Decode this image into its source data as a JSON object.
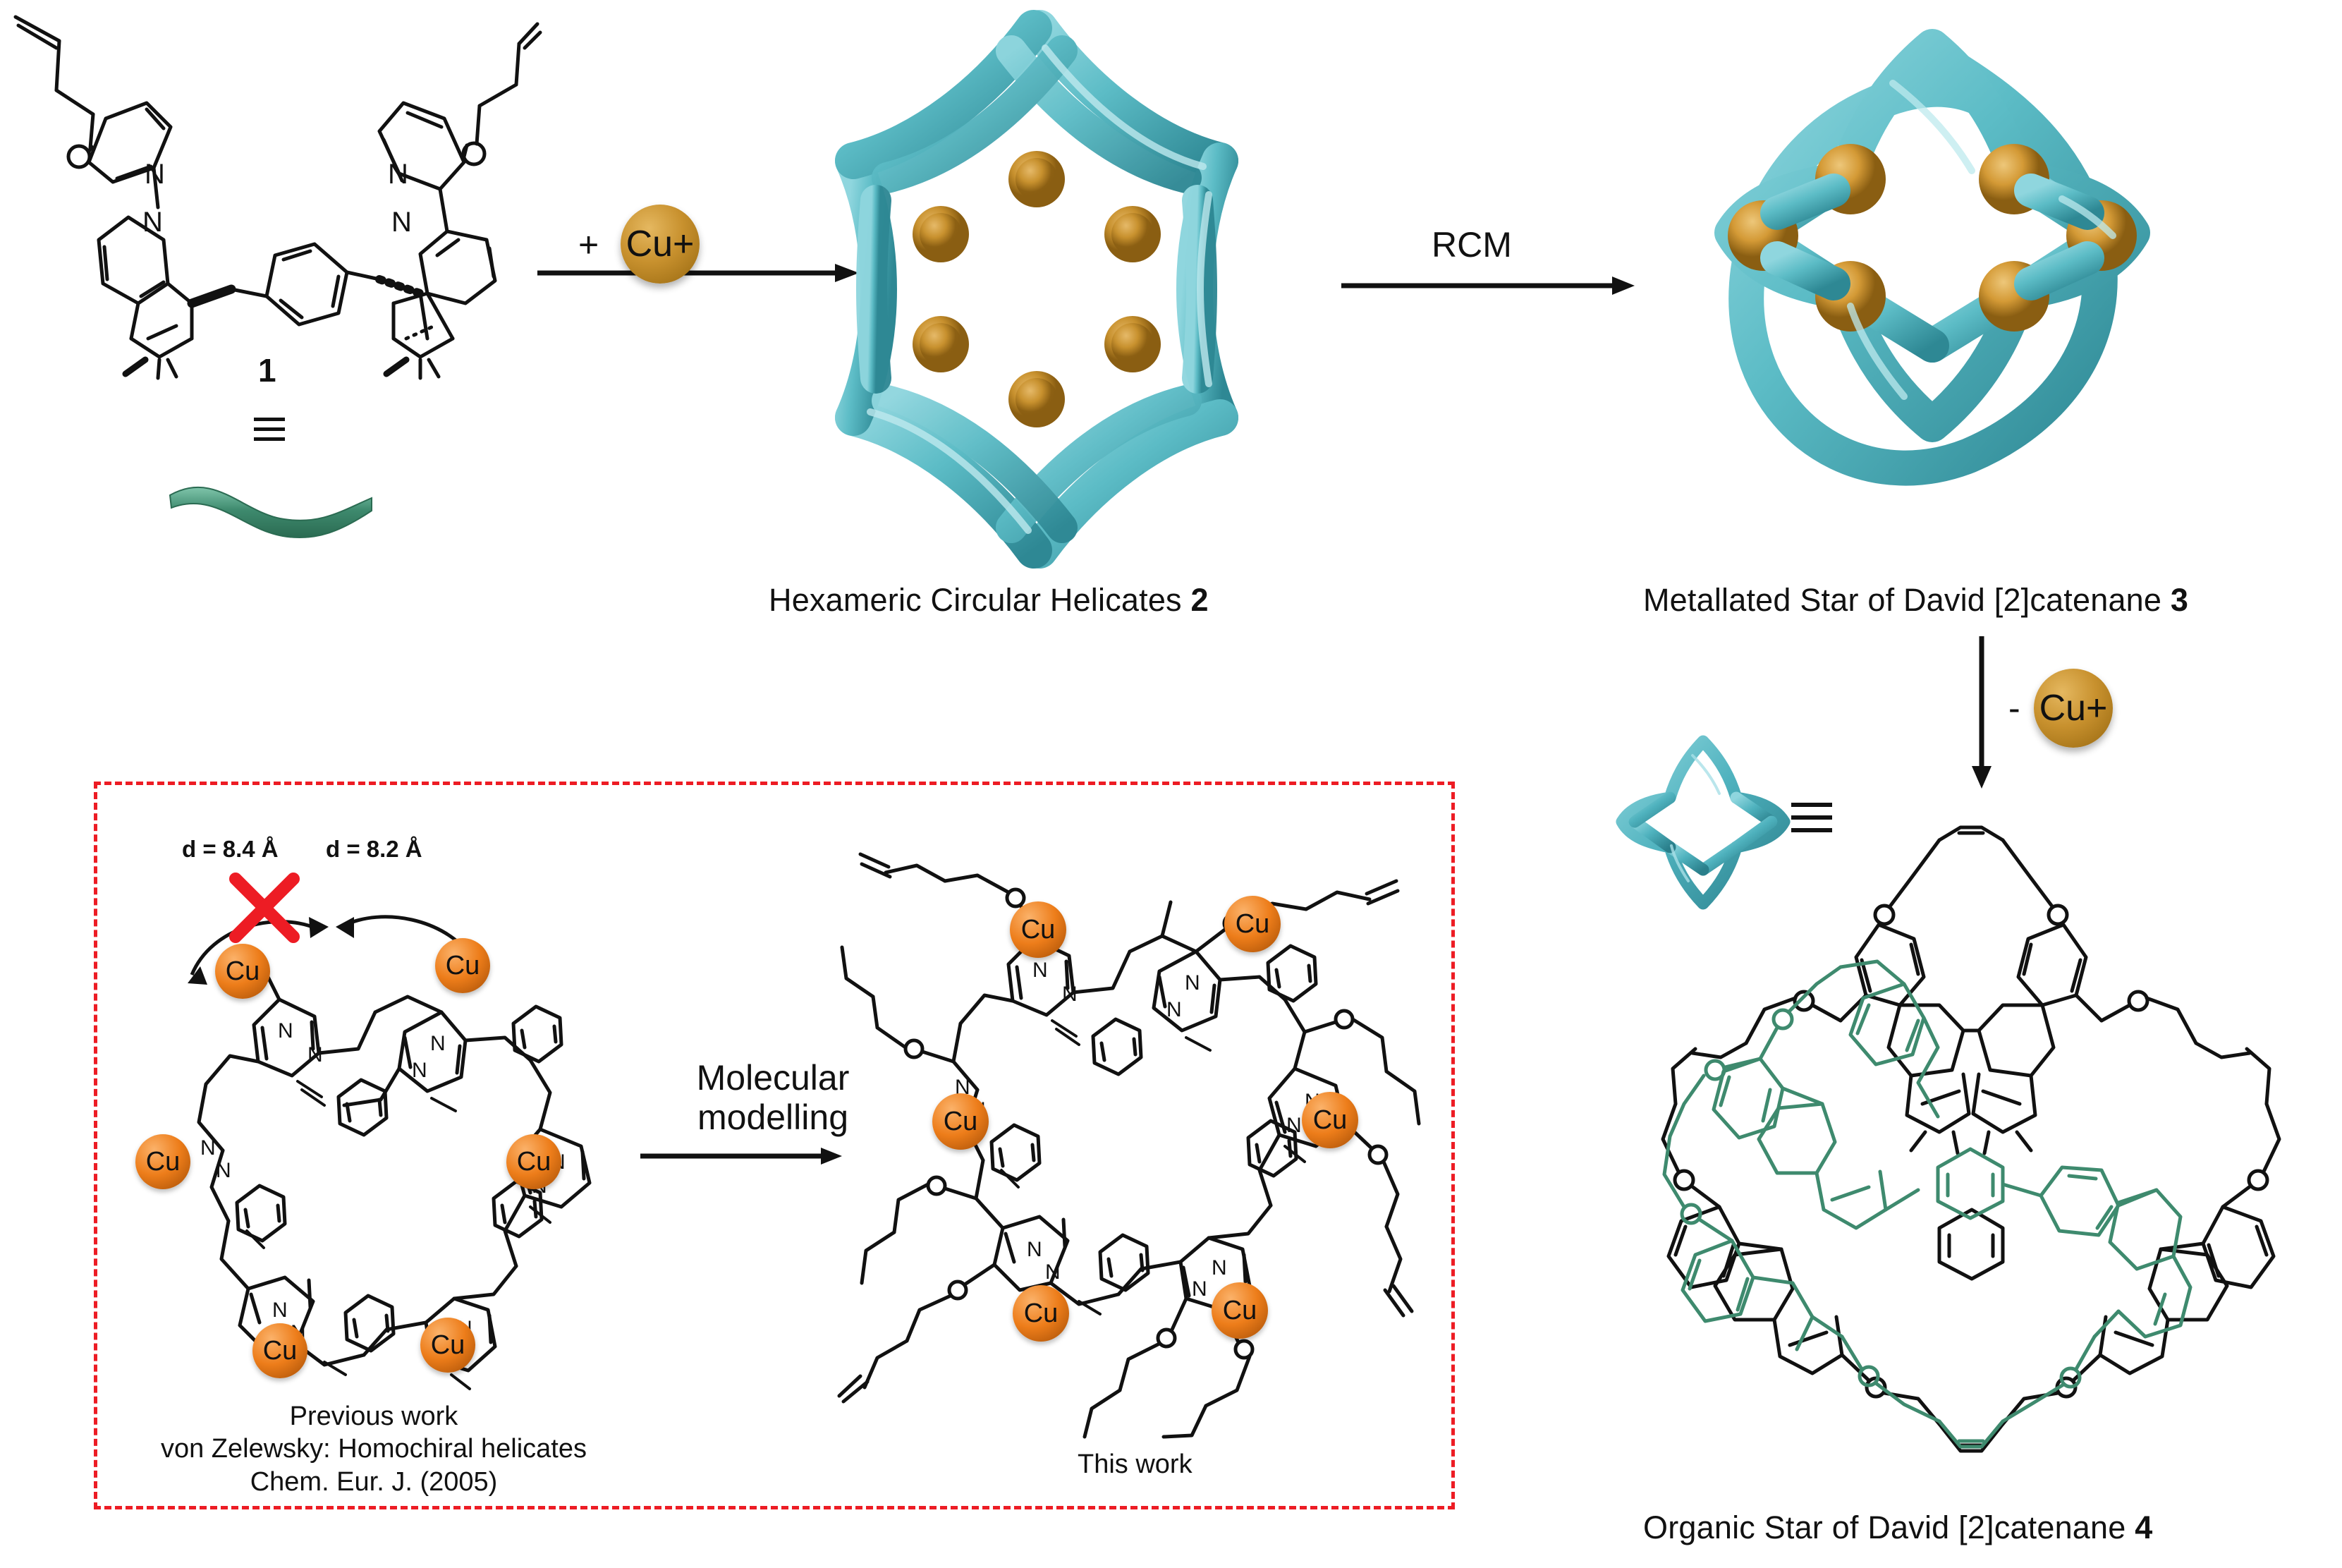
{
  "figure": {
    "type": "reaction-scheme",
    "title": "Synthesis of a Star of David [2]catenane from a hexameric circular helicate"
  },
  "colors": {
    "tube_teal": "#5CBCC6",
    "tube_teal_dark": "#2E8894",
    "copper_sphere": "#C8912E",
    "copper_sphere_dark": "#8A5E12",
    "cu_orange": "#ED7D1A",
    "cu_orange_dark": "#B54708",
    "green_strand": "#3E8A6E",
    "black_strand": "#111111",
    "red_dashed": "#ED1C24",
    "red_x": "#ED1C24",
    "ligand_green": "#4E9B7F"
  },
  "ligand": {
    "number_label": "1",
    "equivalence_symbol": "≡",
    "atoms": {
      "nitrogen": "N",
      "oxygen": "O"
    },
    "cartoon_caption": ""
  },
  "arrows": {
    "step1": {
      "label_plus": "+",
      "label_species": "Cu+",
      "direction": "right"
    },
    "step2": {
      "label": "RCM",
      "direction": "right"
    },
    "step3": {
      "label_minus": "-",
      "label_species": "Cu+",
      "direction": "down"
    },
    "modelling": {
      "line1": "Molecular",
      "line2": "modelling",
      "direction": "right"
    }
  },
  "captions": {
    "helicate": {
      "text": "Hexameric Circular Helicates",
      "number": "2"
    },
    "metallated": {
      "text": "Metallated Star of David [2]catenane",
      "number": "3"
    },
    "organic": {
      "text": "Organic Star of David [2]catenane",
      "number": "4"
    }
  },
  "previous_work_box": {
    "distance_labels": [
      {
        "text": "d = 8.4 Å",
        "marked_invalid": true
      },
      {
        "text": "d = 8.2 Å",
        "marked_invalid": false
      }
    ],
    "invalid_marker": "✕",
    "metal_label": "Cu",
    "metal_count": 6,
    "caption_lines": [
      "Previous work",
      "von Zelewsky: Homochiral helicates",
      "Chem. Eur. J. (2005)"
    ],
    "this_work_label": "This work",
    "this_work_metal_label": "Cu",
    "this_work_metal_count": 6
  },
  "structures": {
    "helicate_3d": {
      "name": "hexameric-circular-helicate",
      "strand_count": 6,
      "metal_count": 6
    },
    "star_of_david_3d": {
      "name": "metallated-star-of-david",
      "loop_count": 2,
      "metal_count": 6,
      "crossings": 6
    },
    "organic_star_icon": {
      "name": "organic-star-of-david-icon",
      "loop_count": 2,
      "metal_count": 0
    },
    "organic_catenane_2d": {
      "name": "organic-star-of-david-catenane",
      "ring_colors": [
        "black",
        "green"
      ]
    }
  }
}
